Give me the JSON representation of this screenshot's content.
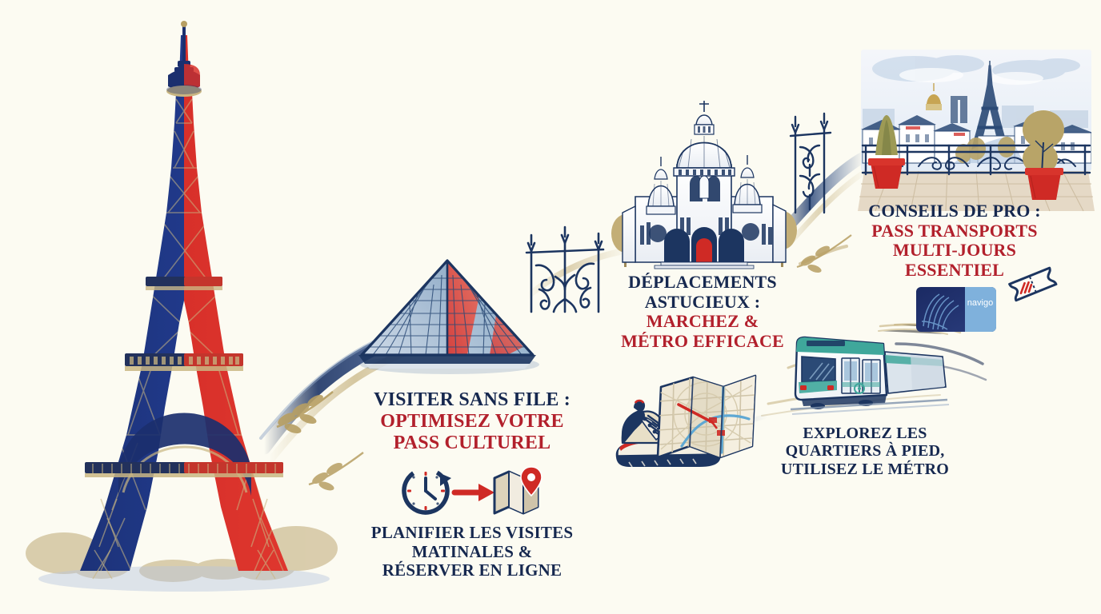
{
  "poster": {
    "theme": "Paris travel tips infographic",
    "background_color": "#fcfbf2",
    "navy": "#16284f",
    "red": "#b2202c",
    "gold": "#b79f63",
    "teal": "#3fa79b"
  },
  "captions": {
    "louvre": {
      "heading": "VISITER SANS FILE :",
      "line1": "OPTIMISEZ VOTRE",
      "line2": "PASS CULTUREL"
    },
    "planifier": {
      "line1": "PLANIFIER LES VISITES",
      "line2": "MATINALES &",
      "line3": "RÉSERVER EN LIGNE"
    },
    "deplacements": {
      "heading1": "DÉPLACEMENTS",
      "heading2": "ASTUCIEUX :",
      "line1": "MARCHEZ &",
      "line2": "MÉTRO EFFICACE"
    },
    "explorez": {
      "line1": "EXPLOREZ LES",
      "line2": "QUARTIERS À PIED,",
      "line3": "UTILISEZ LE MÉTRO"
    },
    "conseils": {
      "heading": "CONSEILS DE PRO :",
      "line1": "PASS TRANSPORTS",
      "line2": "MULTI-JOURS",
      "line3": "ESSENTIEL"
    }
  },
  "illustrations": {
    "eiffel_tower": "eiffel-tower-illustration",
    "louvre_pyramid": "louvre-pyramid-illustration",
    "sacre_coeur": "sacre-coeur-illustration",
    "balcony_view": "paris-balcony-view-illustration",
    "metro_train": "paris-metro-train-illustration",
    "hiking_shoe": "hiking-shoe-illustration",
    "street_map": "folded-street-map-illustration",
    "clock": "clock-icon",
    "arrow": "red-arrow-icon",
    "map_pin": "map-pin-icon",
    "ticket": "ticket-icon",
    "navigo_card": "navigo-transit-card-icon",
    "gate_left": "wrought-iron-gate-icon",
    "gate_right": "wrought-iron-gate-icon"
  },
  "navigo_card": {
    "label": "navigo"
  }
}
